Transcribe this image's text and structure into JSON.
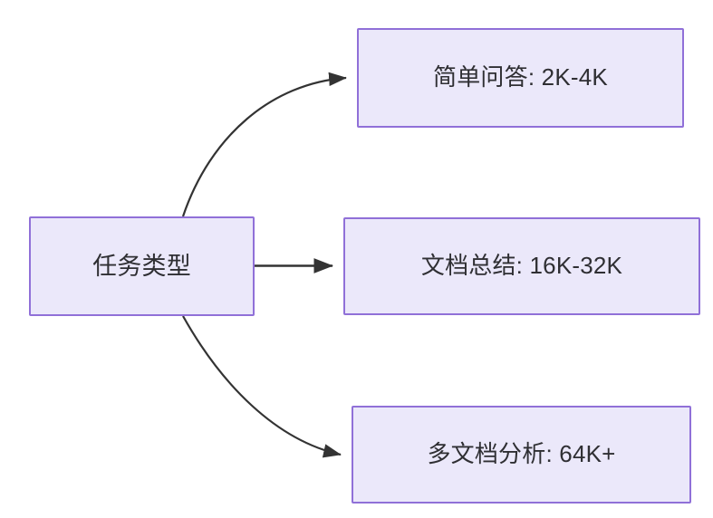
{
  "diagram": {
    "type": "flowchart",
    "direction": "left-to-right",
    "background_color": "#ffffff",
    "node_fill_color": "#ebe8fa",
    "node_border_color": "#9070d8",
    "node_text_color": "#2f2f33",
    "edge_color": "#333333",
    "source": {
      "id": "source",
      "label": "任务类型"
    },
    "targets": [
      {
        "id": "simple-qa",
        "label": "简单问答: 2K-4K",
        "edge_style": "curved"
      },
      {
        "id": "doc-summary",
        "label": "文档总结: 16K-32K",
        "edge_style": "straight"
      },
      {
        "id": "multi-doc",
        "label": "多文档分析: 64K+",
        "edge_style": "curved"
      }
    ]
  }
}
